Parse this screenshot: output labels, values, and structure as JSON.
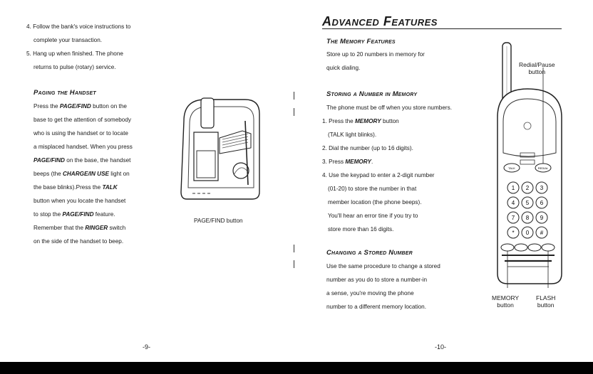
{
  "left_page": {
    "steps": [
      {
        "line1": "4. Follow the bank's voice instructions to",
        "line2": "complete your transaction."
      },
      {
        "line1": "5. Hang up when finished. The phone",
        "line2": "returns to pulse (rotary) service."
      }
    ],
    "paging": {
      "heading": "Paging the Handset",
      "line1_pre": "Press the ",
      "line1_em": "PAGE/FIND",
      "line1_post": " button on the",
      "line2": "base to get the attention of somebody",
      "line3": "who is using the handset or to locate",
      "line4": "a misplaced handset. When you press",
      "line5_em": "PAGE/FIND",
      "line5_post": " on the base, the handset",
      "line6_pre": "beeps (the ",
      "line6_em": "CHARGE/IN USE",
      "line6_post": " light on",
      "line7_pre": "the base blinks).Press the ",
      "line7_em": "TALK",
      "line8": "button when you locate the handset",
      "line9_pre": "to stop the ",
      "line9_em": "PAGE/FIND",
      "line9_post": " feature.",
      "line10_pre": "Remember that the ",
      "line10_em": "RINGER",
      "line10_post": " switch",
      "line11": "on the side of the handset to beep."
    },
    "figure_caption": "PAGE/FIND button",
    "page_number": "-9-"
  },
  "right_page": {
    "title": "Advanced Features",
    "memory": {
      "heading": "The Memory Features",
      "line1": "Store up to 20 numbers in memory for",
      "line2": "quick dialing."
    },
    "storing": {
      "heading": "Storing a Number in Memory",
      "intro": "The phone must be off when you store numbers.",
      "s1_pre": "1. Press the ",
      "s1_em": "MEMORY",
      "s1_post": " button",
      "s1_line2": "(TALK light blinks).",
      "s2": "2. Dial the number (up to 16 digits).",
      "s3_pre": "3. Press ",
      "s3_em": "MEMORY",
      "s3_post": ".",
      "s4_line1": "4. Use the keypad to enter a 2-digit number",
      "s4_line2": "(01-20) to store the number in that",
      "s4_line3": "member location (the phone beeps).",
      "s4_line4": "You'll hear an error tine if you try to",
      "s4_line5": "store more than 16 digits."
    },
    "changing": {
      "heading": "Changing a Stored Number",
      "line1": "Use the same procedure to change a stored",
      "line2": "number as you do to store a number-in",
      "line3": "a sense, you're moving the phone",
      "line4": "number to a different memory location."
    },
    "labels": {
      "redial_line1": "Redial/Pause",
      "redial_line2": "button",
      "memory_line1": "MEMORY",
      "memory_line2": "button",
      "flash_line1": "FLASH",
      "flash_line2": "button"
    },
    "keypad": [
      "1",
      "2",
      "3",
      "4",
      "5",
      "6",
      "7",
      "8",
      "9",
      "*",
      "0",
      "#"
    ],
    "handset_buttons": {
      "talk": "TALK",
      "redial": "REDIAL"
    },
    "page_number": "-10-"
  }
}
